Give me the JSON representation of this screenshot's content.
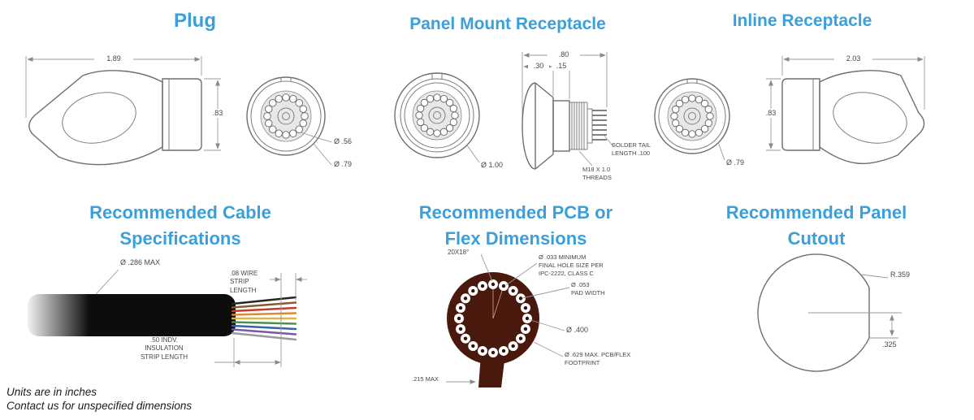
{
  "colors": {
    "accent": "#3b9fd9",
    "pcb": "#4a190e",
    "cable": "#0d0d0d"
  },
  "sections": {
    "plug": {
      "title": "Plug",
      "dim_length": "1.89",
      "dim_height": ".83",
      "dim_pin_circle": "Ø .56",
      "dim_outer": "Ø .79"
    },
    "panel_mount": {
      "title": "Panel Mount Receptacle",
      "dim_front_dia": "Ø 1.00",
      "dim_overall": ".80",
      "dim_a": ".30",
      "dim_b": ".15",
      "label_solder_tail": "SOLDER TAIL\nLENGTH .100",
      "label_threads": "M18 X 1.0\nTHREADS"
    },
    "inline": {
      "title": "Inline Receptacle",
      "dim_front_dia": "Ø .79",
      "dim_length": "2.03",
      "dim_height": ".83"
    },
    "cable": {
      "title": "Recommended Cable\nSpecifications",
      "dim_jacket": "Ø .286 MAX",
      "label_wire_strip": ".08 WIRE\nSTRIP\nLENGTH",
      "label_insulation_strip": ".50 INDV.\nINSULATION\nSTRIP LENGTH"
    },
    "pcb": {
      "title": "Recommended PCB or\nFlex Dimensions",
      "label_pattern": "20X18°",
      "label_hole_size": "Ø .033 MINIMUM\nFINAL HOLE SIZE PER\nIPC-2222, CLASS C",
      "label_pad_width": "Ø .053\nPAD WIDTH",
      "dim_bolt_circle": "Ø .400",
      "label_footprint": "Ø .629 MAX. PCB/FLEX\nFOOTPRINT",
      "dim_tail_width": ".215 MAX"
    },
    "panel_cutout": {
      "title": "Recommended Panel\nCutout",
      "dim_radius": "R.359",
      "dim_flat": ".325"
    }
  },
  "footer": {
    "units_note": "Units are in inches",
    "contact_note": "Contact us for unspecified dimensions"
  }
}
